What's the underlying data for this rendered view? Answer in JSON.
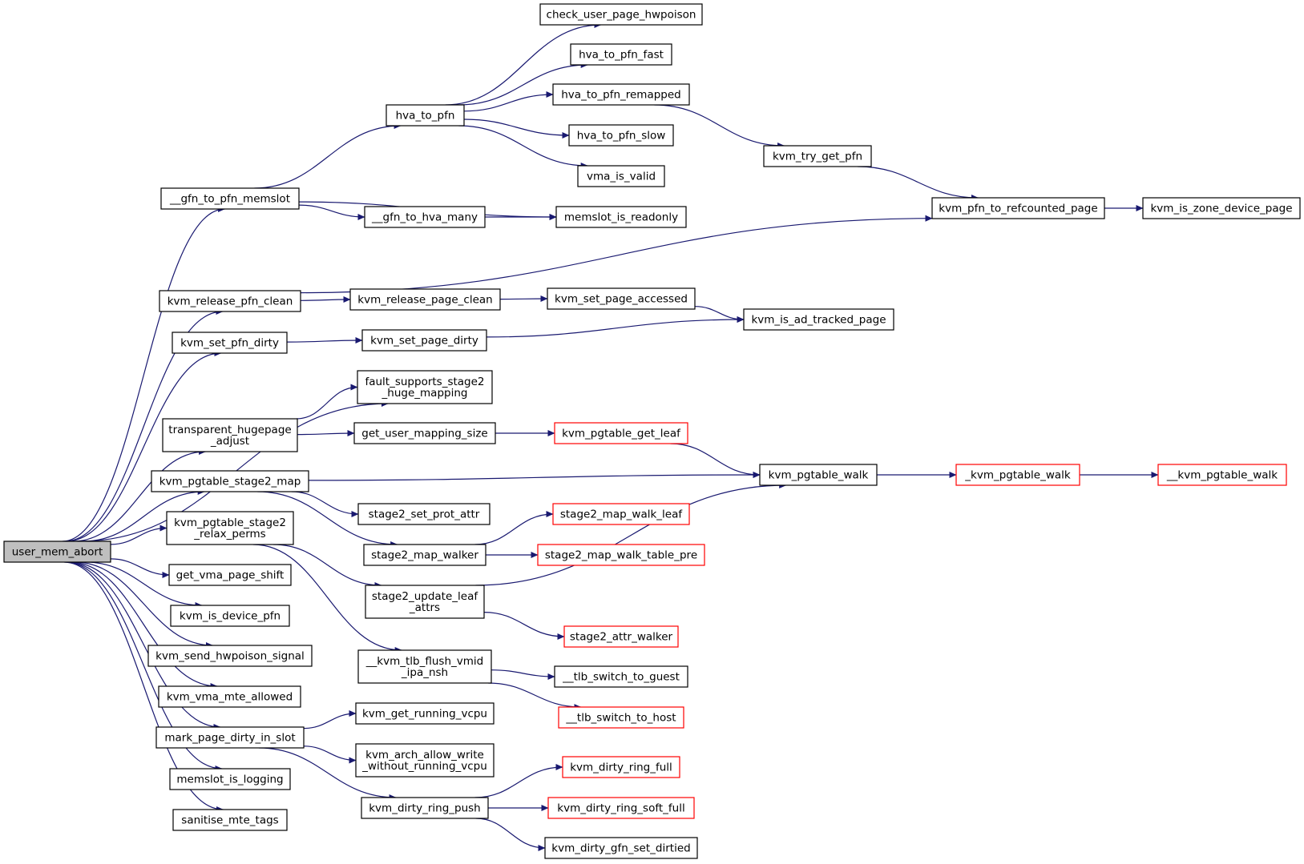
{
  "colors": {
    "edge": "#191970",
    "node_border": "#000000",
    "node_border_external": "#ff0000",
    "root_fill": "#bfbfbf",
    "background": "#ffffff"
  },
  "nodes": [
    {
      "id": "user_mem_abort",
      "lines": [
        "user_mem_abort"
      ],
      "style": "root"
    },
    {
      "id": "gfn_to_pfn_memslot",
      "lines": [
        "__gfn_to_pfn_memslot"
      ],
      "style": "normal"
    },
    {
      "id": "kvm_release_pfn_clean",
      "lines": [
        "kvm_release_pfn_clean"
      ],
      "style": "normal"
    },
    {
      "id": "kvm_set_pfn_dirty",
      "lines": [
        "kvm_set_pfn_dirty"
      ],
      "style": "normal"
    },
    {
      "id": "transparent_hugepage_adjust",
      "lines": [
        "transparent_hugepage",
        "_adjust"
      ],
      "style": "normal"
    },
    {
      "id": "kvm_pgtable_stage2_map",
      "lines": [
        "kvm_pgtable_stage2_map"
      ],
      "style": "normal"
    },
    {
      "id": "kvm_pgtable_stage2_relax_perms",
      "lines": [
        "kvm_pgtable_stage2",
        "_relax_perms"
      ],
      "style": "normal"
    },
    {
      "id": "get_vma_page_shift",
      "lines": [
        "get_vma_page_shift"
      ],
      "style": "normal"
    },
    {
      "id": "kvm_is_device_pfn",
      "lines": [
        "kvm_is_device_pfn"
      ],
      "style": "normal"
    },
    {
      "id": "kvm_send_hwpoison_signal",
      "lines": [
        "kvm_send_hwpoison_signal"
      ],
      "style": "normal"
    },
    {
      "id": "kvm_vma_mte_allowed",
      "lines": [
        "kvm_vma_mte_allowed"
      ],
      "style": "normal"
    },
    {
      "id": "mark_page_dirty_in_slot",
      "lines": [
        "mark_page_dirty_in_slot"
      ],
      "style": "normal"
    },
    {
      "id": "memslot_is_logging",
      "lines": [
        "memslot_is_logging"
      ],
      "style": "normal"
    },
    {
      "id": "sanitise_mte_tags",
      "lines": [
        "sanitise_mte_tags"
      ],
      "style": "normal"
    },
    {
      "id": "hva_to_pfn",
      "lines": [
        "hva_to_pfn"
      ],
      "style": "normal"
    },
    {
      "id": "gfn_to_hva_many",
      "lines": [
        "__gfn_to_hva_many"
      ],
      "style": "normal"
    },
    {
      "id": "kvm_release_page_clean",
      "lines": [
        "kvm_release_page_clean"
      ],
      "style": "normal"
    },
    {
      "id": "kvm_set_page_dirty",
      "lines": [
        "kvm_set_page_dirty"
      ],
      "style": "normal"
    },
    {
      "id": "fault_supports_stage2_huge_mapping",
      "lines": [
        "fault_supports_stage2",
        "_huge_mapping"
      ],
      "style": "normal"
    },
    {
      "id": "get_user_mapping_size",
      "lines": [
        "get_user_mapping_size"
      ],
      "style": "normal"
    },
    {
      "id": "stage2_set_prot_attr",
      "lines": [
        "stage2_set_prot_attr"
      ],
      "style": "normal"
    },
    {
      "id": "stage2_map_walker",
      "lines": [
        "stage2_map_walker"
      ],
      "style": "normal"
    },
    {
      "id": "stage2_update_leaf_attrs",
      "lines": [
        "stage2_update_leaf",
        "_attrs"
      ],
      "style": "normal"
    },
    {
      "id": "kvm_tlb_flush_vmid_ipa_nsh",
      "lines": [
        "__kvm_tlb_flush_vmid",
        "_ipa_nsh"
      ],
      "style": "normal"
    },
    {
      "id": "kvm_get_running_vcpu",
      "lines": [
        "kvm_get_running_vcpu"
      ],
      "style": "normal"
    },
    {
      "id": "kvm_arch_allow_write_without_running_vcpu",
      "lines": [
        "kvm_arch_allow_write",
        "_without_running_vcpu"
      ],
      "style": "normal"
    },
    {
      "id": "kvm_dirty_ring_push",
      "lines": [
        "kvm_dirty_ring_push"
      ],
      "style": "normal"
    },
    {
      "id": "check_user_page_hwpoison",
      "lines": [
        "check_user_page_hwpoison"
      ],
      "style": "normal"
    },
    {
      "id": "hva_to_pfn_fast",
      "lines": [
        "hva_to_pfn_fast"
      ],
      "style": "normal"
    },
    {
      "id": "hva_to_pfn_remapped",
      "lines": [
        "hva_to_pfn_remapped"
      ],
      "style": "normal"
    },
    {
      "id": "hva_to_pfn_slow",
      "lines": [
        "hva_to_pfn_slow"
      ],
      "style": "normal"
    },
    {
      "id": "vma_is_valid",
      "lines": [
        "vma_is_valid"
      ],
      "style": "normal"
    },
    {
      "id": "memslot_is_readonly",
      "lines": [
        "memslot_is_readonly"
      ],
      "style": "normal"
    },
    {
      "id": "kvm_set_page_accessed",
      "lines": [
        "kvm_set_page_accessed"
      ],
      "style": "normal"
    },
    {
      "id": "kvm_pgtable_get_leaf",
      "lines": [
        "kvm_pgtable_get_leaf"
      ],
      "style": "external"
    },
    {
      "id": "stage2_map_walk_leaf",
      "lines": [
        "stage2_map_walk_leaf"
      ],
      "style": "external"
    },
    {
      "id": "stage2_map_walk_table_pre",
      "lines": [
        "stage2_map_walk_table_pre"
      ],
      "style": "external"
    },
    {
      "id": "stage2_attr_walker",
      "lines": [
        "stage2_attr_walker"
      ],
      "style": "external"
    },
    {
      "id": "tlb_switch_to_guest",
      "lines": [
        "__tlb_switch_to_guest"
      ],
      "style": "normal"
    },
    {
      "id": "tlb_switch_to_host",
      "lines": [
        "__tlb_switch_to_host"
      ],
      "style": "external"
    },
    {
      "id": "kvm_dirty_ring_full",
      "lines": [
        "kvm_dirty_ring_full"
      ],
      "style": "external"
    },
    {
      "id": "kvm_dirty_ring_soft_full",
      "lines": [
        "kvm_dirty_ring_soft_full"
      ],
      "style": "external"
    },
    {
      "id": "kvm_dirty_gfn_set_dirtied",
      "lines": [
        "kvm_dirty_gfn_set_dirtied"
      ],
      "style": "normal"
    },
    {
      "id": "kvm_try_get_pfn",
      "lines": [
        "kvm_try_get_pfn"
      ],
      "style": "normal"
    },
    {
      "id": "kvm_is_ad_tracked_page",
      "lines": [
        "kvm_is_ad_tracked_page"
      ],
      "style": "normal"
    },
    {
      "id": "kvm_pgtable_walk",
      "lines": [
        "kvm_pgtable_walk"
      ],
      "style": "normal"
    },
    {
      "id": "kvm_pfn_to_refcounted_page",
      "lines": [
        "kvm_pfn_to_refcounted_page"
      ],
      "style": "normal"
    },
    {
      "id": "_kvm_pgtable_walk",
      "lines": [
        "_kvm_pgtable_walk"
      ],
      "style": "external"
    },
    {
      "id": "kvm_is_zone_device_page",
      "lines": [
        "kvm_is_zone_device_page"
      ],
      "style": "normal"
    },
    {
      "id": "__kvm_pgtable_walk",
      "lines": [
        "__kvm_pgtable_walk"
      ],
      "style": "external"
    }
  ],
  "edges": [
    [
      "user_mem_abort",
      "gfn_to_pfn_memslot"
    ],
    [
      "user_mem_abort",
      "kvm_release_pfn_clean"
    ],
    [
      "user_mem_abort",
      "kvm_set_pfn_dirty"
    ],
    [
      "user_mem_abort",
      "fault_supports_stage2_huge_mapping"
    ],
    [
      "user_mem_abort",
      "transparent_hugepage_adjust"
    ],
    [
      "user_mem_abort",
      "kvm_pgtable_stage2_map"
    ],
    [
      "user_mem_abort",
      "kvm_pgtable_stage2_relax_perms"
    ],
    [
      "user_mem_abort",
      "get_vma_page_shift"
    ],
    [
      "user_mem_abort",
      "kvm_is_device_pfn"
    ],
    [
      "user_mem_abort",
      "kvm_send_hwpoison_signal"
    ],
    [
      "user_mem_abort",
      "kvm_vma_mte_allowed"
    ],
    [
      "user_mem_abort",
      "mark_page_dirty_in_slot"
    ],
    [
      "user_mem_abort",
      "memslot_is_logging"
    ],
    [
      "user_mem_abort",
      "sanitise_mte_tags"
    ],
    [
      "gfn_to_pfn_memslot",
      "hva_to_pfn"
    ],
    [
      "gfn_to_pfn_memslot",
      "gfn_to_hva_many"
    ],
    [
      "gfn_to_pfn_memslot",
      "memslot_is_readonly"
    ],
    [
      "hva_to_pfn",
      "check_user_page_hwpoison"
    ],
    [
      "hva_to_pfn",
      "hva_to_pfn_fast"
    ],
    [
      "hva_to_pfn",
      "hva_to_pfn_remapped"
    ],
    [
      "hva_to_pfn",
      "hva_to_pfn_slow"
    ],
    [
      "hva_to_pfn",
      "vma_is_valid"
    ],
    [
      "hva_to_pfn_remapped",
      "kvm_try_get_pfn"
    ],
    [
      "kvm_try_get_pfn",
      "kvm_pfn_to_refcounted_page"
    ],
    [
      "kvm_pfn_to_refcounted_page",
      "kvm_is_zone_device_page"
    ],
    [
      "gfn_to_hva_many",
      "memslot_is_readonly"
    ],
    [
      "kvm_release_pfn_clean",
      "kvm_pfn_to_refcounted_page"
    ],
    [
      "kvm_release_pfn_clean",
      "kvm_release_page_clean"
    ],
    [
      "kvm_release_page_clean",
      "kvm_set_page_accessed"
    ],
    [
      "kvm_set_page_accessed",
      "kvm_is_ad_tracked_page"
    ],
    [
      "kvm_set_pfn_dirty",
      "kvm_set_page_dirty"
    ],
    [
      "kvm_set_page_dirty",
      "kvm_is_ad_tracked_page"
    ],
    [
      "transparent_hugepage_adjust",
      "fault_supports_stage2_huge_mapping"
    ],
    [
      "transparent_hugepage_adjust",
      "get_user_mapping_size"
    ],
    [
      "get_user_mapping_size",
      "kvm_pgtable_get_leaf"
    ],
    [
      "kvm_pgtable_get_leaf",
      "kvm_pgtable_walk"
    ],
    [
      "kvm_pgtable_stage2_map",
      "kvm_pgtable_walk"
    ],
    [
      "kvm_pgtable_stage2_map",
      "stage2_set_prot_attr"
    ],
    [
      "kvm_pgtable_stage2_map",
      "stage2_map_walker"
    ],
    [
      "kvm_pgtable_walk",
      "_kvm_pgtable_walk"
    ],
    [
      "_kvm_pgtable_walk",
      "__kvm_pgtable_walk"
    ],
    [
      "stage2_map_walker",
      "stage2_map_walk_leaf"
    ],
    [
      "stage2_map_walker",
      "stage2_map_walk_table_pre"
    ],
    [
      "kvm_pgtable_stage2_relax_perms",
      "stage2_update_leaf_attrs"
    ],
    [
      "kvm_pgtable_stage2_relax_perms",
      "kvm_tlb_flush_vmid_ipa_nsh"
    ],
    [
      "stage2_update_leaf_attrs",
      "kvm_pgtable_walk"
    ],
    [
      "stage2_update_leaf_attrs",
      "stage2_attr_walker"
    ],
    [
      "kvm_tlb_flush_vmid_ipa_nsh",
      "tlb_switch_to_guest"
    ],
    [
      "kvm_tlb_flush_vmid_ipa_nsh",
      "tlb_switch_to_host"
    ],
    [
      "mark_page_dirty_in_slot",
      "kvm_get_running_vcpu"
    ],
    [
      "mark_page_dirty_in_slot",
      "kvm_arch_allow_write_without_running_vcpu"
    ],
    [
      "mark_page_dirty_in_slot",
      "kvm_dirty_ring_push"
    ],
    [
      "kvm_dirty_ring_push",
      "kvm_dirty_ring_full"
    ],
    [
      "kvm_dirty_ring_push",
      "kvm_dirty_ring_soft_full"
    ],
    [
      "kvm_dirty_ring_push",
      "kvm_dirty_gfn_set_dirtied"
    ]
  ]
}
